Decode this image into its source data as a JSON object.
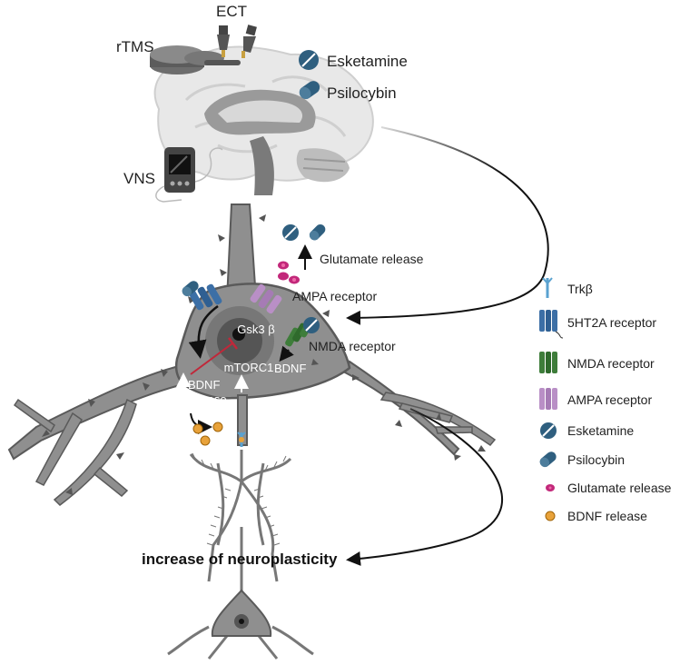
{
  "therapies": {
    "ect": "ECT",
    "rtms": "rTMS",
    "vns": "VNS",
    "esketamine": "Esketamine",
    "psilocybin": "Psilocybin"
  },
  "neuron": {
    "glutamate_release": "Glutamate release",
    "ampa_receptor": "AMPA receptor",
    "nmda_receptor": "NMDA receptor",
    "gsk3b": "Gsk3 β",
    "mtorc1": "mTORC1",
    "bdnf": "BDNF",
    "bdnf_release_1": "BDNF",
    "bdnf_release_2": "release"
  },
  "outcome": "increase of neuroplasticity",
  "legend": [
    {
      "label": "Trkβ",
      "icon": "trkb-receptor-icon"
    },
    {
      "label": "5HT2A receptor",
      "icon": "5ht2a-receptor-icon"
    },
    {
      "label": "NMDA receptor",
      "icon": "nmda-receptor-icon"
    },
    {
      "label": "AMPA receptor",
      "icon": "ampa-receptor-icon"
    },
    {
      "label": "Esketamine",
      "icon": "esketamine-pill-icon"
    },
    {
      "label": "Psilocybin",
      "icon": "psilocybin-capsule-icon"
    },
    {
      "label": "Glutamate release",
      "icon": "glutamate-vesicle-icon"
    },
    {
      "label": "BDNF release",
      "icon": "bdnf-vesicle-icon"
    }
  ],
  "colors": {
    "neuron": "#8f8f8f",
    "neuron_dark": "#5a5a5a",
    "pill": "#2f5f7f",
    "nmda": "#3e7d3a",
    "ampa": "#b98fc6",
    "ht2a": "#3c6fa6",
    "glutamate": "#c2287a",
    "bdnf": "#e8a23a",
    "trkb": "#5aa2d0",
    "inhibit": "#c0283a"
  }
}
